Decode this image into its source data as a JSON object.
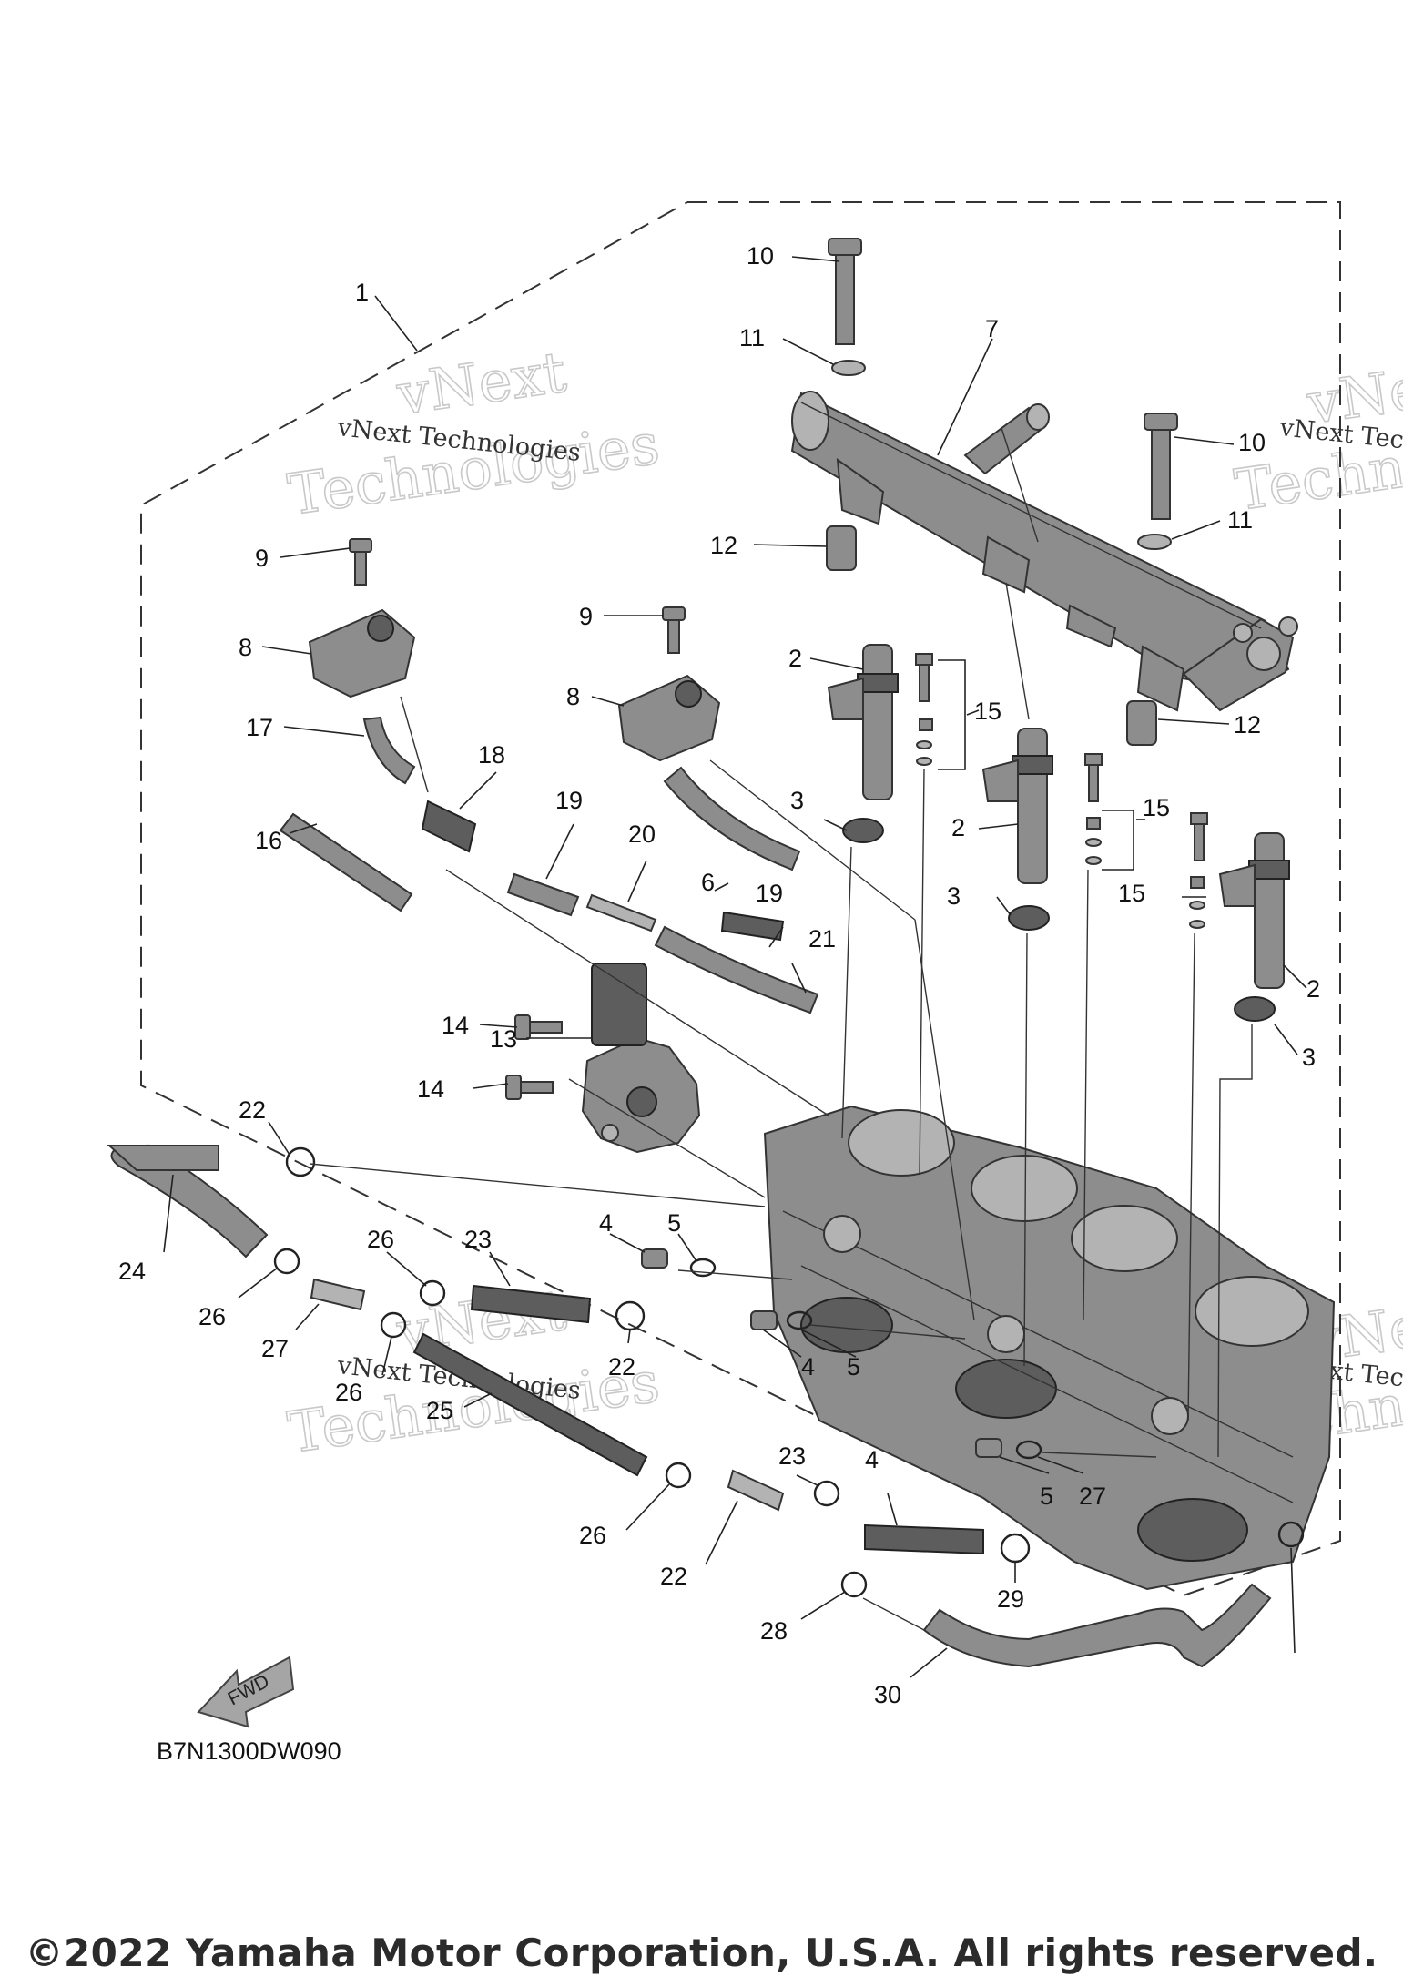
{
  "diagram": {
    "code": "B7N1300DW090",
    "copyright": "©2022 Yamaha Motor Corporation, U.S.A. All rights reserved.",
    "fwd_label": "FWD",
    "watermarks": [
      {
        "line1": "vNext",
        "line2": "Technologies",
        "caption": "vNext Technologies"
      },
      {
        "line1": "vNext",
        "line2": "Technologies",
        "caption": "vNext Technologies"
      },
      {
        "line1": "vNext",
        "line2": "Technologies",
        "caption": "vNext Tec"
      },
      {
        "line1": "vNext",
        "line2": "Technologies",
        "caption": "vNext Tec"
      }
    ],
    "callouts": [
      "1",
      "10",
      "11",
      "7",
      "10",
      "11",
      "12",
      "9",
      "9",
      "8",
      "2",
      "15",
      "8",
      "12",
      "17",
      "18",
      "19",
      "16",
      "20",
      "3",
      "2",
      "15",
      "6",
      "19",
      "3",
      "15",
      "21",
      "2",
      "14",
      "13",
      "3",
      "14",
      "22",
      "24",
      "26",
      "23",
      "4",
      "5",
      "26",
      "27",
      "22",
      "4",
      "5",
      "26",
      "25",
      "26",
      "23",
      "4",
      "5",
      "27",
      "22",
      "29",
      "28",
      "30"
    ]
  }
}
